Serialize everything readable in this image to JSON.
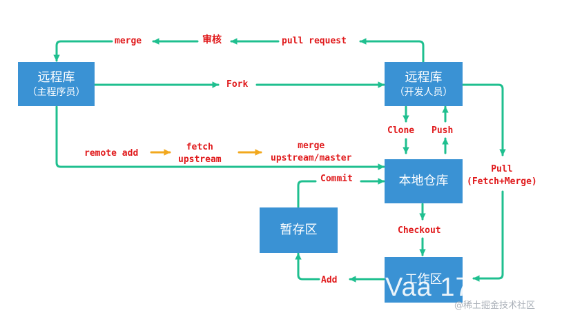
{
  "nodes": {
    "remote_maintainer": {
      "title": "远程库",
      "subtitle": "（主程序员）"
    },
    "remote_dev": {
      "title": "远程库",
      "subtitle": "（开发人员）"
    },
    "local_repo": {
      "title": "本地仓库"
    },
    "stage": {
      "title": "暂存区"
    },
    "workspace": {
      "title": "工作区"
    }
  },
  "edges": {
    "merge": "merge",
    "review": "审核",
    "pull_request": "pull request",
    "fork": "Fork",
    "clone": "Clone",
    "push": "Push",
    "remote_add": "remote add",
    "fetch_upstream": "fetch\nupstream",
    "merge_upstream": "merge\nupstream/master",
    "commit": "Commit",
    "pull": "Pull\n(Fetch+Merge)",
    "checkout": "Checkout",
    "add": "Add"
  },
  "watermark": {
    "overlay": "Vaa 17",
    "site": "@稀土掘金技术社区"
  },
  "colors": {
    "box": "#3a92d4",
    "arrow": "#1fbf8f",
    "label": "#e0191b",
    "accent_arrow": "#f2a81d"
  }
}
